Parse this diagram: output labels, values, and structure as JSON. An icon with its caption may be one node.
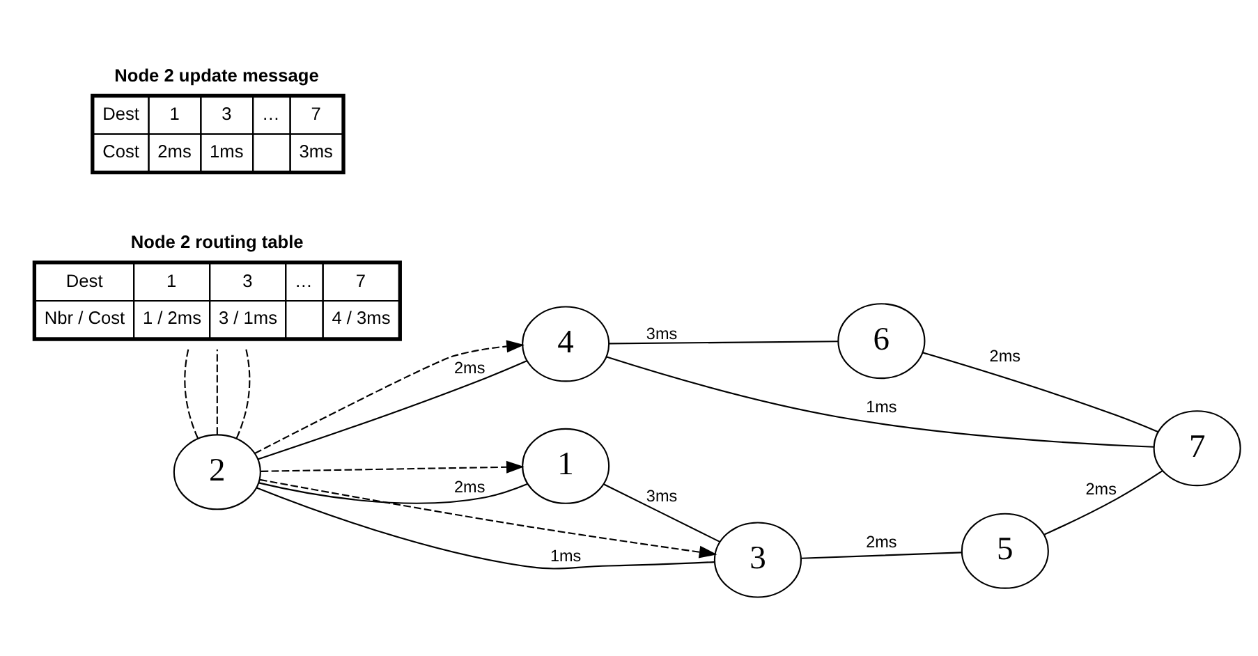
{
  "diagram": {
    "nodes": [
      {
        "text": [
          "Node 2 routing table",
          "Dest",
          "1",
          "3",
          "…",
          "7",
          "Nbr / Cost",
          "1 / 2ms",
          "3 / 1ms",
          "4 / 3ms"
        ]
      },
      {
        "text": [
          "Node 2 update message",
          "Dest",
          "1",
          "3",
          "…",
          "7",
          "Cost",
          "2ms",
          "1ms",
          "3ms"
        ]
      },
      {
        "text": [
          "2"
        ]
      },
      {
        "text": [
          "4"
        ]
      },
      {
        "text": [
          "6"
        ]
      },
      {
        "text": [
          "1"
        ]
      },
      {
        "text": [
          "3"
        ]
      },
      {
        "text": [
          "5"
        ]
      },
      {
        "text": [
          "7"
        ]
      }
    ],
    "edges": [
      {
        "from": 2,
        "to": 0,
        "arrow": "none",
        "style": "dashed"
      },
      {
        "from": 2,
        "to": 0,
        "arrow": "none",
        "style": "dashed"
      },
      {
        "from": 2,
        "to": 0,
        "arrow": "none",
        "style": "dashed"
      },
      {
        "from": 2,
        "to": 5,
        "arrow": "to",
        "style": "dashed"
      },
      {
        "from": 2,
        "to": 3,
        "arrow": "to",
        "style": "dashed"
      },
      {
        "from": 2,
        "to": 6,
        "arrow": "to",
        "style": "dashed"
      },
      {
        "from": 5,
        "to": 2,
        "label": "2ms",
        "arrow": "none"
      },
      {
        "from": 2,
        "to": 3,
        "label": "2ms",
        "arrow": "none"
      },
      {
        "from": 3,
        "to": 4,
        "label": "3ms",
        "arrow": "none"
      },
      {
        "from": 5,
        "to": 6,
        "label": "3ms",
        "arrow": "none"
      },
      {
        "from": 2,
        "to": 6,
        "label": "1ms",
        "arrow": "none"
      },
      {
        "from": 3,
        "to": 8,
        "label": "1ms",
        "arrow": "none"
      },
      {
        "from": 4,
        "to": 8,
        "label": "2ms",
        "arrow": "none"
      },
      {
        "from": 6,
        "to": 7,
        "label": "2ms",
        "arrow": "none"
      },
      {
        "from": 7,
        "to": 8,
        "label": "2ms",
        "arrow": "none"
      }
    ]
  }
}
